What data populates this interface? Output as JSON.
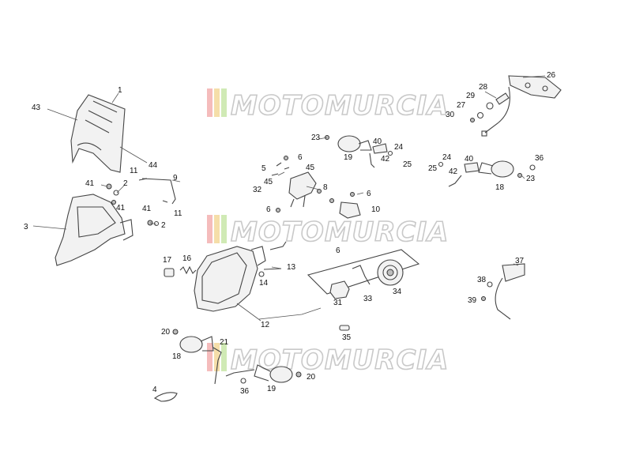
{
  "watermark": {
    "text": "MOTOMURCIA",
    "stripe_colors": [
      "#f3b0b0",
      "#f3d89a",
      "#c8e6a8"
    ]
  },
  "callouts": [
    {
      "id": "c-1",
      "label": "1"
    },
    {
      "id": "c-43",
      "label": "43"
    },
    {
      "id": "c-44",
      "label": "44"
    },
    {
      "id": "c-11a",
      "label": "11"
    },
    {
      "id": "c-9",
      "label": "9"
    },
    {
      "id": "c-41a",
      "label": "41"
    },
    {
      "id": "c-2a",
      "label": "2"
    },
    {
      "id": "c-41b",
      "label": "41"
    },
    {
      "id": "c-3",
      "label": "3"
    },
    {
      "id": "c-41c",
      "label": "41"
    },
    {
      "id": "c-11b",
      "label": "11"
    },
    {
      "id": "c-2b",
      "label": "2"
    },
    {
      "id": "c-17",
      "label": "17"
    },
    {
      "id": "c-16",
      "label": "16"
    },
    {
      "id": "c-13",
      "label": "13"
    },
    {
      "id": "c-14",
      "label": "14"
    },
    {
      "id": "c-12",
      "label": "12"
    },
    {
      "id": "c-20a",
      "label": "20"
    },
    {
      "id": "c-18a",
      "label": "18"
    },
    {
      "id": "c-21",
      "label": "21"
    },
    {
      "id": "c-4",
      "label": "4"
    },
    {
      "id": "c-36a",
      "label": "36"
    },
    {
      "id": "c-19a",
      "label": "19"
    },
    {
      "id": "c-20b",
      "label": "20"
    },
    {
      "id": "c-23a",
      "label": "23"
    },
    {
      "id": "c-19b",
      "label": "19"
    },
    {
      "id": "c-40a",
      "label": "40"
    },
    {
      "id": "c-24a",
      "label": "24"
    },
    {
      "id": "c-42a",
      "label": "42"
    },
    {
      "id": "c-25a",
      "label": "25"
    },
    {
      "id": "c-6a",
      "label": "6"
    },
    {
      "id": "c-5",
      "label": "5"
    },
    {
      "id": "c-45a",
      "label": "45"
    },
    {
      "id": "c-45b",
      "label": "45"
    },
    {
      "id": "c-32",
      "label": "32"
    },
    {
      "id": "c-8",
      "label": "8"
    },
    {
      "id": "c-6b",
      "label": "6"
    },
    {
      "id": "c-6c",
      "label": "6"
    },
    {
      "id": "c-10",
      "label": "10"
    },
    {
      "id": "c-6d",
      "label": "6"
    },
    {
      "id": "c-31",
      "label": "31"
    },
    {
      "id": "c-33",
      "label": "33"
    },
    {
      "id": "c-34",
      "label": "34"
    },
    {
      "id": "c-35",
      "label": "35"
    },
    {
      "id": "c-26",
      "label": "26"
    },
    {
      "id": "c-28",
      "label": "28"
    },
    {
      "id": "c-29",
      "label": "29"
    },
    {
      "id": "c-27",
      "label": "27"
    },
    {
      "id": "c-30",
      "label": "30"
    },
    {
      "id": "c-24b",
      "label": "24"
    },
    {
      "id": "c-25b",
      "label": "25"
    },
    {
      "id": "c-40b",
      "label": "40"
    },
    {
      "id": "c-42b",
      "label": "42"
    },
    {
      "id": "c-36b",
      "label": "36"
    },
    {
      "id": "c-23b",
      "label": "23"
    },
    {
      "id": "c-18b",
      "label": "18"
    },
    {
      "id": "c-37",
      "label": "37"
    },
    {
      "id": "c-38",
      "label": "38"
    },
    {
      "id": "c-39",
      "label": "39"
    }
  ]
}
